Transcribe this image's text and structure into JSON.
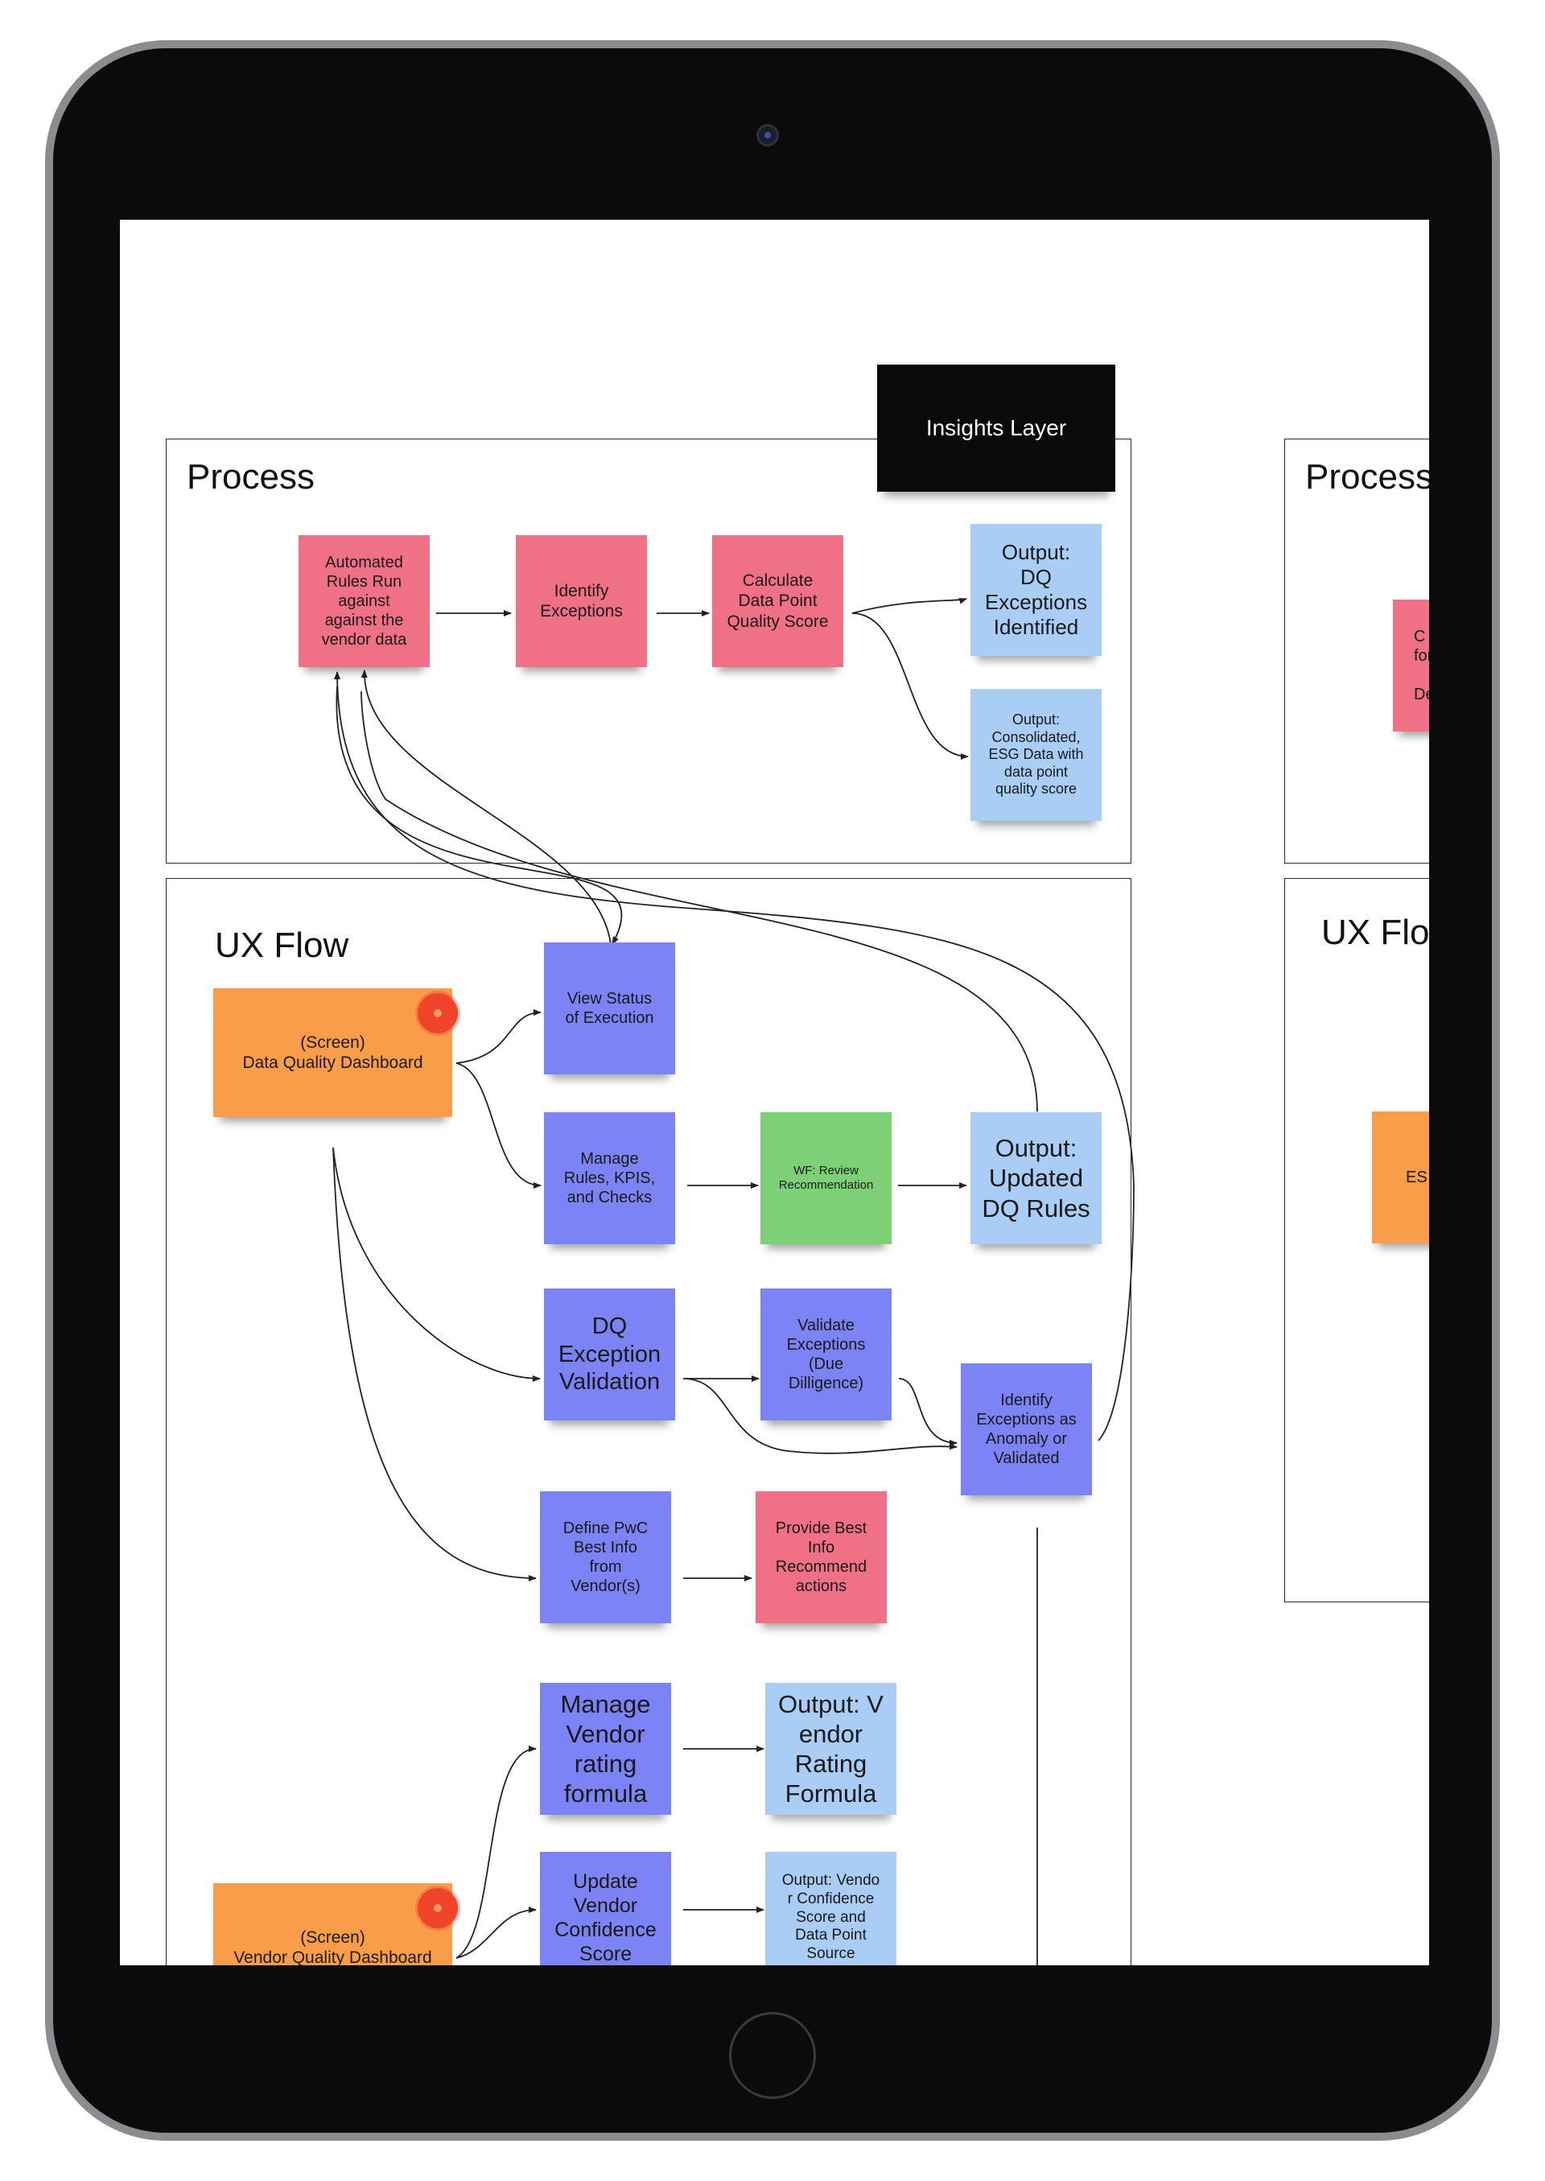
{
  "insights_label": "Insights Layer",
  "frames": {
    "process_title": "Process",
    "ux_title": "UX Flow",
    "process2_title": "Process",
    "ux2_title": "UX Flo"
  },
  "notes": {
    "automated_rules": "Automated\nRules Run\nagainst\nagainst the\nvendor data",
    "identify_exceptions": "Identify\nExceptions",
    "calculate_score": "Calculate\nData Point\nQuality Score",
    "output_dq_exceptions": "Output:\nDQ\nExceptions\nIdentified",
    "output_consolidated": "Output:\nConsolidated,\nESG Data with\ndata point\nquality score",
    "dq_dashboard": "(Screen)\nData Quality Dashboard",
    "view_status": "View Status\nof Execution",
    "manage_rules": "Manage\nRules, KPIS,\nand Checks",
    "wf_review": "WF: Review\nRecommendation",
    "output_dq_rules": "Output:\nUpdated\nDQ Rules",
    "dq_exception_validation": "DQ\nException\nValidation",
    "validate_exceptions": "Validate\nExceptions\n(Due\nDilligence)",
    "identify_anomaly": "Identify\nExceptions as\nAnomaly or\nValidated",
    "define_pwc": "Define PwC\nBest Info\nfrom\nVendor(s)",
    "provide_best": "Provide Best\nInfo\nRecommend\nactions",
    "manage_vendor_formula": "Manage\nVendor\nrating\nformula",
    "output_vendor_formula": "Output: V\nendor\nRating\nFormula",
    "vendor_dashboard": "(Screen)\nVendor Quality Dashboard",
    "update_confidence": "Update\nVendor\nConfidence\nScore",
    "output_confidence": "Output: Vendo\nr Confidence\nScore and\nData Point\nSource",
    "right_pink_partial": "C\nfor\n\nDe",
    "right_orange_partial": "ES"
  },
  "colors": {
    "pink": "#f07185",
    "blue": "#a9cdf4",
    "purple": "#7b83f5",
    "green": "#7ed076",
    "orange": "#f99d4a",
    "marker": "#f0442a"
  }
}
